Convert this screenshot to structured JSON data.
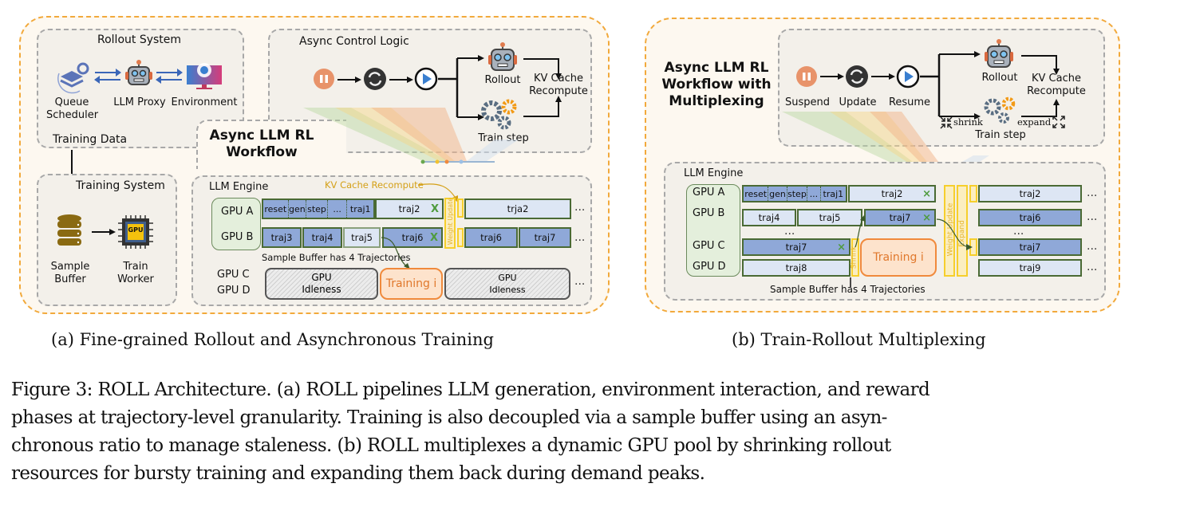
{
  "panel_a": {
    "rollout_system": {
      "title": "Rollout System",
      "components": [
        "Queue\nScheduler",
        "LLM Proxy",
        "Environment"
      ],
      "queue_label": "Queue",
      "scheduler_label": "Scheduler",
      "proxy_label": "LLM Proxy",
      "env_label": "Environment",
      "output_label": "Training Data"
    },
    "control_logic": {
      "title": "Async Control Logic",
      "steps": [
        "Suspend",
        "Update",
        "Resume"
      ],
      "rollout": "Rollout",
      "train_step": "Train step",
      "kv_line1": "KV Cache",
      "kv_line2": "Recompute"
    },
    "workflow_title_line1": "Async LLM RL",
    "workflow_title_line2": "Workflow",
    "training_system": {
      "title": "Training System",
      "buffer_line1": "Sample",
      "buffer_line2": "Buffer",
      "worker_line1": "Train",
      "worker_line2": "Worker",
      "gpu_chip": "GPU"
    },
    "engine": {
      "title": "LLM Engine",
      "kv_annotation": "KV Cache Recompute",
      "weight_update": "Weight Update",
      "gpus": [
        "GPU A",
        "GPU B",
        "GPU C",
        "GPU D"
      ],
      "gpu_a_subsegments": [
        "reset",
        "gen",
        "step",
        "...",
        "traj1"
      ],
      "gpu_a": [
        "traj2",
        "trja2"
      ],
      "gpu_b": [
        "traj3",
        "traj4",
        "traj5",
        "traj6",
        "traj6",
        "traj7"
      ],
      "abort_mark": "X",
      "buffer_note": "Sample Buffer has  4 Trajectories",
      "idle_line1": "GPU",
      "idle_line2": "Idleness",
      "training": "Training i",
      "ellipsis": "..."
    }
  },
  "panel_b": {
    "workflow_title": [
      "Async LLM RL",
      "Workflow with",
      "Multiplexing"
    ],
    "control_logic": {
      "steps": [
        "Suspend",
        "Update",
        "Resume"
      ],
      "rollout": "Rollout",
      "train_step": "Train step",
      "kv_line1": "KV Cache",
      "kv_line2": "Recompute",
      "shrink": "shrink",
      "expand": "expand"
    },
    "engine": {
      "title": "LLM Engine",
      "gpus": [
        "GPU A",
        "GPU B",
        "GPU C",
        "GPU D"
      ],
      "gpu_a_subsegments": [
        "reset",
        "gen",
        "step",
        "...",
        "traj1"
      ],
      "gpu_a": [
        "traj2",
        "traj2"
      ],
      "gpu_b": [
        "traj4",
        "traj5",
        "traj7",
        "traj6"
      ],
      "gpu_c": [
        "traj7",
        "traj7"
      ],
      "gpu_d": [
        "traj8",
        "traj9"
      ],
      "shrink": "Shrink",
      "weight_update": "Weight Update",
      "expand": "Expand",
      "training": "Training i",
      "buffer_note": "Sample Buffer has  4 Trajectories",
      "abort_mark": "×",
      "ellipsis": "..."
    }
  },
  "captions": {
    "a": "(a) Fine-grained Rollout and Asynchronous Training",
    "b": "(b) Train-Rollout Multiplexing"
  },
  "figure_caption": [
    "Figure 3: ROLL Architecture. (a) ROLL pipelines LLM generation, environment interaction, and reward",
    "phases at trajectory-level granularity.  Training is also decoupled via a sample buffer using an asyn-",
    "chronous ratio to manage staleness. (b) ROLL multiplexes a dynamic GPU pool by shrinking rollout",
    "resources for bursty training and expanding them back during demand peaks."
  ],
  "colors": {
    "panel_border": "#f2a93b",
    "traj_dark": "#8fa8d8",
    "traj_light": "#dde6f4",
    "traj_border": "#4a6a34",
    "training_fill": "#fde3cc",
    "training_border": "#f08a3c",
    "weight_update": "#f6cf2c",
    "suspend": "#e8936a",
    "resume": "#3a7fd0"
  }
}
